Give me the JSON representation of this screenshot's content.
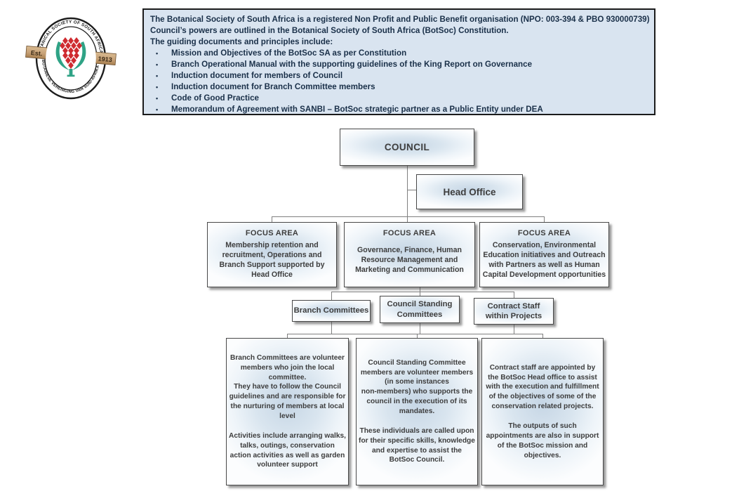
{
  "logo": {
    "arc_top": "BOTANICAL SOCIETY OF SOUTH AFRICA",
    "arc_bottom": "BOTANIESE VERENIGING VAN SUID-AFRIKA",
    "est_label": "Est.",
    "year": "1913",
    "colors": {
      "protea_red": "#cf2b30",
      "leaf_green": "#2fa386",
      "ribbon_tan": "#c7a177"
    }
  },
  "infobox": {
    "bg_color": "#d9e4f0",
    "lines": [
      "The Botanical Society of South Africa is a registered Non Profit and Public Benefit organisation (NPO: 003-394 & PBO 930000739)",
      "Council’s powers are outlined in the Botanical Society of South Africa (BotSoc) Constitution.",
      "The guiding documents and principles include:"
    ],
    "bullet_glyph": "•",
    "bullets": [
      "Mission and Objectives of the BotSoc SA as per Constitution",
      "Branch Operational Manual with the supporting guidelines of the King Report on Governance",
      "Induction document for members of Council",
      "Induction document for Branch Committee members",
      "Code of Good Practice",
      "Memorandum of Agreement with SANBI – BotSoc  strategic partner as a Public Entity under DEA"
    ]
  },
  "chart": {
    "council": {
      "label": "COUNCIL"
    },
    "head_office": {
      "label": "Head Office"
    },
    "focus_areas": [
      {
        "title": "FOCUS AREA",
        "body": "Membership retention and recruitment, Operations and Branch Support supported by Head Office"
      },
      {
        "title": "FOCUS AREA",
        "body": "Governance, Finance, Human Resource Management and Marketing and Communication"
      },
      {
        "title": "FOCUS AREA",
        "body": "Conservation, Environmental Education initiatives and Outreach with Partners as well as Human Capital Development opportunities"
      }
    ],
    "committees": [
      {
        "label": "Branch Committees"
      },
      {
        "label": "Council Standing\nCommittees"
      },
      {
        "label": "Contract Staff\nwithin Projects"
      }
    ],
    "descriptions": [
      {
        "text": "Branch Committees are volunteer members who join the local committee.\nThey have to follow the Council guidelines and are responsible for the nurturing of members at local level\n\nActivities include arranging walks, talks, outings, conservation action activities as well as garden volunteer support"
      },
      {
        "text": "Council Standing Committee members are volunteer members (in some instances\nnon-members) who supports the council in the execution of its mandates.\n\nThese individuals are called upon for their specific skills, knowledge and expertise to assist the BotSoc Council."
      },
      {
        "text": "Contract staff are appointed by the BotSoc Head office to assist with the execution and fulfillment of the objectives of some of the conservation related projects.\n\nThe outputs of such appointments are also in support of the BotSoc mission and objectives."
      }
    ]
  }
}
